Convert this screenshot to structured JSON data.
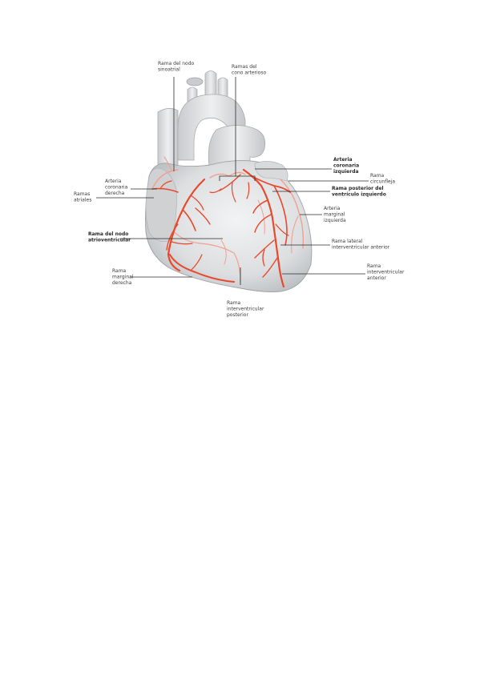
{
  "labels": {
    "rama_nodo_sinoatrial": [
      "Rama del nodo",
      "sinoatrial"
    ],
    "ramas_cono_arterioso": [
      "Ramas del",
      "cono arterioso"
    ],
    "arteria_coronaria_izquierda": [
      "Arteria",
      "coronaria",
      "izquierda"
    ],
    "rama_circunfleja": [
      "Rama",
      "circunfleja"
    ],
    "rama_posterior_ventriculo_izquierdo": [
      "Rama posterior del",
      "ventrículo izquierdo"
    ],
    "arteria_marginal_izquierda": [
      "Arteria",
      "marginal",
      "izquierda"
    ],
    "rama_lateral_interventricular_anterior": [
      "Rama lateral",
      "interventricular anterior"
    ],
    "rama_interventricular_anterior": [
      "Rama",
      "interventricular",
      "anterior"
    ],
    "arteria_coronaria_derecha": [
      "Arteria",
      "coronaria",
      "derecha"
    ],
    "ramas_atriales": [
      "Ramas",
      "atriales"
    ],
    "rama_nodo_atrioventricular": [
      "Rama del nodo",
      "atrioventricular"
    ],
    "rama_marginal_derecha": [
      "Rama",
      "marginal",
      "derecha"
    ],
    "rama_interventricular_posterior": [
      "Rama",
      "interventricular",
      "posterior"
    ]
  }
}
